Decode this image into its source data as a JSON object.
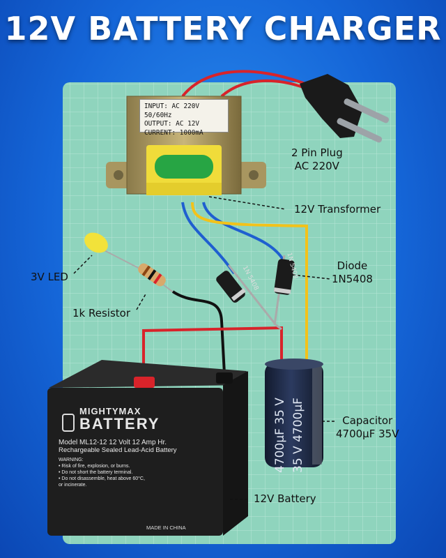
{
  "title": "12V BATTERY CHARGER",
  "labels": {
    "plug_line1": "2 Pin Plug",
    "plug_line2": "AC 220V",
    "transformer": "12V Transformer",
    "diode_line1": "Diode",
    "diode_line2": "1N5408",
    "led": "3V LED",
    "resistor": "1k Resistor",
    "capacitor_line1": "Capacitor",
    "capacitor_line2": "4700µF 35V",
    "battery": "12V Battery"
  },
  "transformer_plate": {
    "input": "INPUT: AC 220V 50/60Hz",
    "output": "OUTPUT: AC 12V",
    "current": "CURRENT: 1000mA"
  },
  "diode_marking": "1N 5408",
  "capacitor_marking": {
    "line1": "4700µF  35 V",
    "line2": "35 V  4700µF"
  },
  "battery_label": {
    "brand_top": "MIGHTYMAX",
    "brand_bottom": "BATTERY",
    "model": "Model ML12-12    12 Volt 12 Amp Hr.",
    "type": "Rechargeable Sealed Lead-Acid Battery",
    "warning_title": "WARNING:",
    "warnings": [
      "• Risk of fire, explosion, or burns.",
      "• Do not short the battery terminal.",
      "• Do not disassemble, heat above 60°C,",
      "  or incinerate."
    ],
    "made_in": "MADE IN CHINA"
  },
  "colors": {
    "background": "#1566d8",
    "mat": "#8fd4bd",
    "wire_red": "#d8232a",
    "wire_blue": "#1f5fd0",
    "wire_yellow": "#f2c21a",
    "wire_black": "#111111",
    "battery": "#1e1e1e",
    "capacitor": "#1f2a44"
  }
}
